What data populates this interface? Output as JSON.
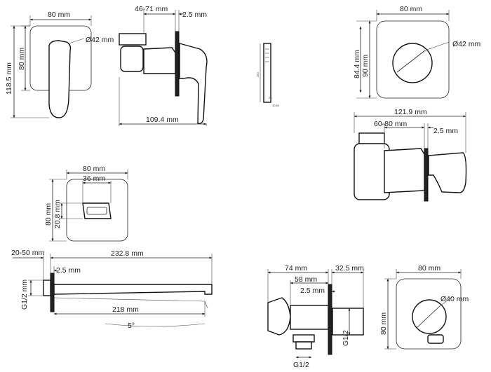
{
  "labels": {
    "mixer_plate_width": "80 mm",
    "mixer_plate_height": "80 mm",
    "mixer_total_height": "118.5 mm",
    "mixer_depth_range": "46-71 mm",
    "mixer_plate_thk": "2.5 mm",
    "mixer_dia": "Ø42 mm",
    "mixer_length": "109.4 mm",
    "hand_shower_len": "250",
    "hand_shower_w1": "26",
    "hand_shower_w2": "30.84",
    "div_width": "80 mm",
    "div_height_inner": "90 mm",
    "div_height": "84.4 mm",
    "div_dia": "Ø42 mm",
    "div_length": "121.9 mm",
    "div_depth_range": "60-80 mm",
    "div_plate_thk": "2.5 mm",
    "spout_plate_width": "80 mm",
    "spout_outlet_width": "36 mm",
    "spout_plate_height": "80 mm",
    "spout_outlet_height": "20.8 mm",
    "spout_wall_range": "20-50 mm",
    "spout_total_len": "232.8 mm",
    "spout_plate_thk": "2.5 mm",
    "spout_thread": "G1/2 mm",
    "spout_len": "218 mm",
    "spout_angle": "5°",
    "outlet_len": "74 mm",
    "outlet_plate_depth": "32.5 mm",
    "outlet_body_len": "58 mm",
    "outlet_plate_thk": "2.5 mm",
    "outlet_thread_side": "G1/2",
    "outlet_thread_bottom": "G1/2",
    "outlet_plate_width": "80 mm",
    "outlet_plate_height": "80 mm",
    "outlet_dia": "Ø40 mm"
  }
}
